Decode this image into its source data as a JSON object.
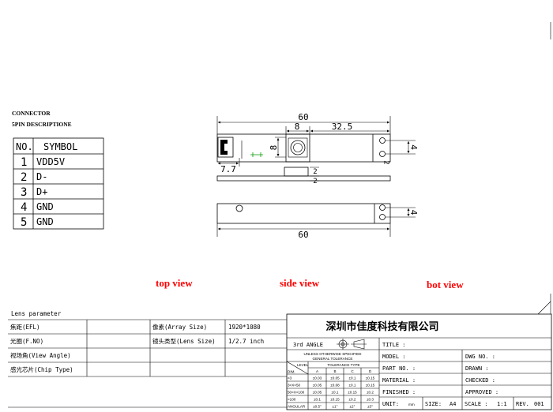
{
  "connector": {
    "title": "CONNECTOR",
    "subtitle": "5PIN DESCRIPTIONE",
    "header": {
      "no": "NO.",
      "symbol": "SYMBOL"
    },
    "pins": [
      {
        "no": "1",
        "symbol": "VDD5V"
      },
      {
        "no": "2",
        "symbol": "D-"
      },
      {
        "no": "3",
        "symbol": "D+"
      },
      {
        "no": "4",
        "symbol": "GND"
      },
      {
        "no": "5",
        "symbol": "GND"
      }
    ]
  },
  "dimensions": {
    "length_top": "60",
    "sensor_width": "8",
    "sensor_to_edge": "32.5",
    "connector_depth": "7.7",
    "sensor_height": "8",
    "hole_pitch_top": "4",
    "side_thickness_a": "2",
    "side_thickness_b": "2",
    "edge_offset": "2",
    "hole_pitch_bot": "4",
    "length_bot": "60"
  },
  "views": {
    "top": "top view",
    "side": "side view",
    "bot": "bot view"
  },
  "lens": {
    "title": "Lens parameter",
    "rows": [
      {
        "label": "焦距(EFL)",
        "label2": "像素(Array Size)",
        "value2": "1920*1080"
      },
      {
        "label": "光圈(F.NO)",
        "label2": "镜头类型(Lens Size)",
        "value2": "1/2.7 inch"
      },
      {
        "label": "视场角(View Angle)"
      },
      {
        "label": "感光芯片(Chip Type)"
      }
    ]
  },
  "title_block": {
    "company": "深圳市佳度科技有限公司",
    "projection": "3rd ANGLE",
    "title_label": "TITLE :",
    "general_note_1": "UNLESS OTHERWISE SPECIFIED",
    "general_note_2": "GENERAL TOLERANCE",
    "model_label": "MODEL :",
    "dwg_no_label": "DWG NO. :",
    "part_no_label": "PART NO. :",
    "drawn_label": "DRAWN :",
    "material_label": "MATERIAL :",
    "checked_label": "CHECKED :",
    "finished_label": "FINISHED :",
    "approved_label": "APPROVED :",
    "unit_label": "UNIT:",
    "unit_value": "mm",
    "size_label": "SIZE:",
    "size_value": "A4",
    "scale_label": "SCALE :",
    "scale_value": "1:1",
    "rev_label": "REV.",
    "rev_value": "001",
    "tolerance": {
      "level_label": "LEVEL",
      "dim_label": "DIM.",
      "type_label": "TOLERANCE TYPE",
      "columns": [
        "A",
        "B",
        "C",
        "D"
      ],
      "rows": [
        {
          "range": "<3",
          "values": [
            "±0.03",
            "±0.05",
            "±0.1",
            "±0.15"
          ]
        },
        {
          "range": "3<X<50",
          "values": [
            "±0.05",
            "±0.08",
            "±0.1",
            "±0.15"
          ]
        },
        {
          "range": "50<X<100",
          "values": [
            "±0.05",
            "±0.1",
            "±0.15",
            "±0.2"
          ]
        },
        {
          "range": ">100",
          "values": [
            "±0.1",
            "±0.15",
            "±0.2",
            "±0.3"
          ]
        },
        {
          "range": "ANGULAR",
          "values": [
            "±0.5°",
            "±1°",
            "±2°",
            "±3°"
          ]
        }
      ]
    }
  },
  "colors": {
    "line": "#000000",
    "view_label": "#ff0000",
    "component_mark": "#009a00"
  }
}
